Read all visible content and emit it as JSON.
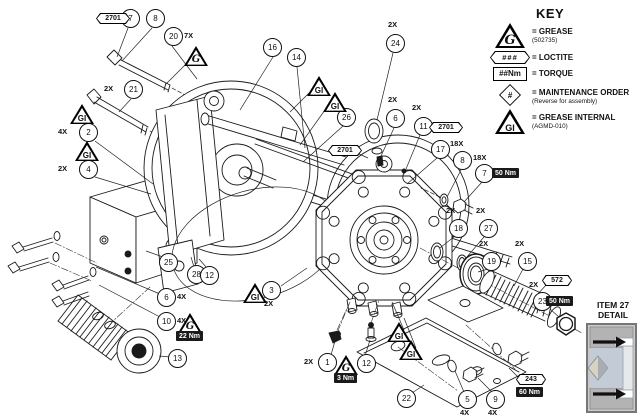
{
  "items": {
    "1": "1",
    "2": "2",
    "3": "3",
    "4": "4",
    "5": "5",
    "6": "6",
    "7": "7",
    "8": "8",
    "9": "9",
    "10": "10",
    "11": "11",
    "12": "12",
    "13": "13",
    "14": "14",
    "15": "15",
    "16": "16",
    "17": "17",
    "18": "18",
    "19": "19",
    "20": "20",
    "21": "21",
    "22": "22",
    "23": "23",
    "24": "24",
    "25": "25",
    "26": "26",
    "27": "27",
    "28": "28"
  },
  "quantities": {
    "x2": "2X",
    "x4": "4X",
    "x7": "7X",
    "x18": "18X"
  },
  "loctite": {
    "l2701": "2701",
    "l572": "572",
    "l243": "243"
  },
  "torque": {
    "nm3": "3 Nm",
    "nm22": "22 Nm",
    "nm50": "50 Nm",
    "nm60": "60 Nm"
  },
  "symbols": {
    "grease": "G",
    "grease_internal": "GI",
    "loctite_glyph": "###",
    "torque_glyph": "##Nm",
    "maintenance_glyph": "#"
  },
  "key": {
    "title": "KEY",
    "grease_label": "= GREASE",
    "grease_sub": "(502735)",
    "loctite_label": "= LOCTITE",
    "torque_label": "= TORQUE",
    "maintenance_label": "= MAINTENANCE ORDER",
    "maintenance_sub": "(Reverse for assembly)",
    "grease_internal_label": "= GREASE INTERNAL",
    "grease_internal_sub": "(AGMD-010)"
  },
  "detail_inset": {
    "line1": "ITEM 27",
    "line2": "DETAIL"
  },
  "colors": {
    "line": "#1a1a1a",
    "inset_mid": "#c3ccd6",
    "inset_block": "#b3b3b3",
    "inset_diamond": "#d8d2c2",
    "flag_bg": "#1a1a1a"
  }
}
